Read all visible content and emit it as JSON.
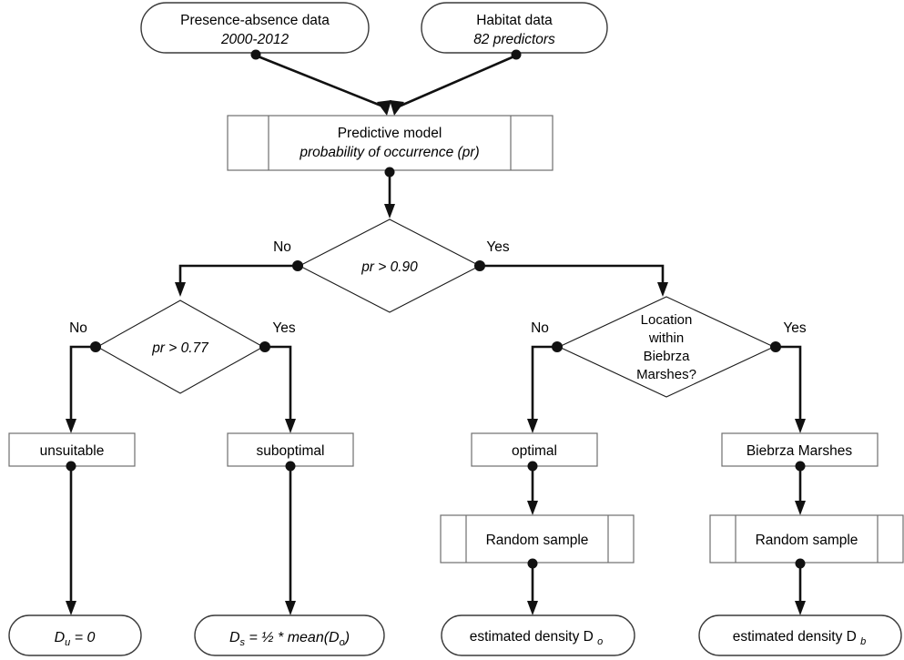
{
  "diagram": {
    "title": "Species distribution modelling decision flowchart",
    "background_color": "#ffffff",
    "line_color": "#111111",
    "shape_stroke_color": "#6e6e6e"
  },
  "nodes": {
    "presence_absence": {
      "shape": "terminator",
      "line1": "Presence-absence data",
      "line2": "2000-2012"
    },
    "habitat": {
      "shape": "terminator",
      "line1": "Habitat data",
      "line2": "82 predictors"
    },
    "predictive_model": {
      "shape": "predefined-process",
      "line1": "Predictive model",
      "line2": "probability of occurrence (pr)"
    },
    "decision_pr090": {
      "shape": "decision",
      "label": "pr > 0.90",
      "left_branch": "No",
      "right_branch": "Yes"
    },
    "decision_pr077": {
      "shape": "decision",
      "label": "pr > 0.77",
      "left_branch": "No",
      "right_branch": "Yes"
    },
    "decision_biebrza": {
      "shape": "decision",
      "line1": "Location",
      "line2": "within",
      "line3": "Biebrza",
      "line4": "Marshes?",
      "left_branch": "No",
      "right_branch": "Yes"
    },
    "unsuitable": {
      "shape": "process",
      "label": "unsuitable"
    },
    "suboptimal": {
      "shape": "process",
      "label": "suboptimal"
    },
    "optimal": {
      "shape": "process",
      "label": "optimal"
    },
    "biebrza_marshes": {
      "shape": "process",
      "label": "Biebrza Marshes"
    },
    "random_sample_left": {
      "shape": "predefined-process",
      "label": "Random sample"
    },
    "random_sample_right": {
      "shape": "predefined-process",
      "label": "Random sample"
    },
    "result_du": {
      "shape": "terminator",
      "prefix": "D",
      "subscript": "u",
      "suffix": " = 0"
    },
    "result_ds": {
      "shape": "terminator",
      "prefix": "D",
      "subscript": "s",
      "mid": " = ½  * mean(D",
      "subscript2": "o",
      "suffix": ")"
    },
    "result_do": {
      "shape": "terminator",
      "prefix": "estimated density D",
      "subscript": "o"
    },
    "result_db": {
      "shape": "terminator",
      "prefix": "estimated density D",
      "subscript": "b"
    }
  },
  "branch_labels": {
    "pr090_no": "No",
    "pr090_yes": "Yes",
    "pr077_no": "No",
    "pr077_yes": "Yes",
    "biebrza_no": "No",
    "biebrza_yes": "Yes"
  }
}
